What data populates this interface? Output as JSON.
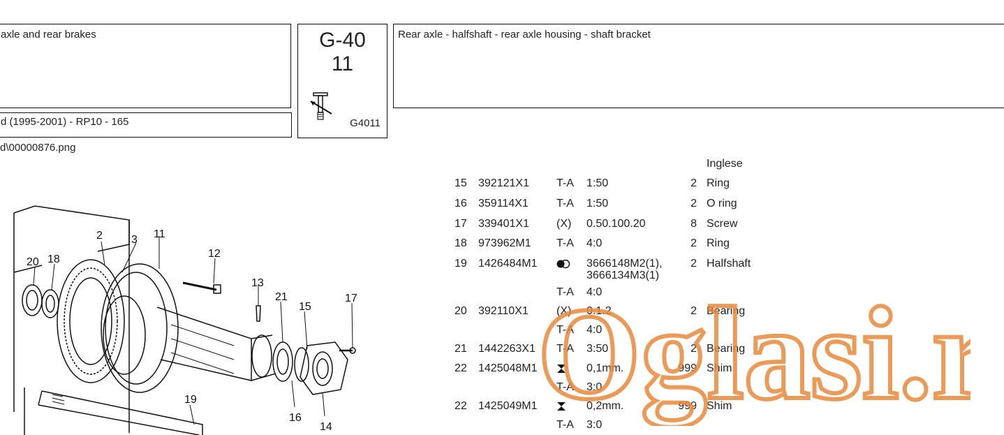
{
  "header": {
    "section_title": "axle and rear brakes",
    "model_line": "d (1995-2001) - RP10 -  165",
    "group_code": "G-40",
    "group_sub": "11",
    "plate_code": "G4011",
    "plate_title": "Rear axle - halfshaft - rear axle housing - shaft bracket",
    "file_path": "d\\00000876.png"
  },
  "language_label": "Inglese",
  "parts_rows": [
    {
      "pos": "15",
      "part": "392121X1",
      "ref": "T-A",
      "ratio": "1:50",
      "qty": "2",
      "desc": "Ring"
    },
    {
      "pos": "16",
      "part": "359114X1",
      "ref": "T-A",
      "ratio": "1:50",
      "qty": "2",
      "desc": "O ring"
    },
    {
      "pos": "17",
      "part": "339401X1",
      "ref": "(X)",
      "ratio": "0.50.100.20",
      "qty": "8",
      "desc": "Screw"
    },
    {
      "pos": "18",
      "part": "973962M1",
      "ref": "T-A",
      "ratio": "4:0",
      "qty": "2",
      "desc": "Ring"
    },
    {
      "pos": "19",
      "part": "1426484M1",
      "ref_icon": "interchange-icon",
      "ratio_line1": "3666148M2(1),",
      "ratio_line2": "3666134M3(1)",
      "qty": "2",
      "desc": "Halfshaft"
    },
    {
      "ref": "T-A",
      "ratio": "4:0"
    },
    {
      "pos": "20",
      "part": "392110X1",
      "ref": "(X)",
      "ratio": "0.1.2",
      "qty": "2",
      "desc": "Bearing"
    },
    {
      "ref": "T-A",
      "ratio": "4:0"
    },
    {
      "pos": "21",
      "part": "1442263X1",
      "ref": "T-A",
      "ratio": "3:50",
      "qty": "2",
      "desc": "Bearing"
    },
    {
      "pos": "22",
      "part": "1425048M1",
      "ref_icon": "hourglass-icon",
      "ratio": "0,1mm.",
      "qty": "999",
      "desc": "Shim"
    },
    {
      "ref": "T-A",
      "ratio": "3:0"
    },
    {
      "pos": "22",
      "part": "1425049M1",
      "ref_icon": "hourglass-icon",
      "ratio": "0,2mm.",
      "qty": "999",
      "desc": "Shim"
    },
    {
      "ref": "T-A",
      "ratio": "3:0"
    }
  ],
  "diagram": {
    "callouts": [
      "2",
      "3",
      "11",
      "12",
      "13",
      "21",
      "15",
      "17",
      "20",
      "18",
      "19",
      "16",
      "14"
    ]
  },
  "watermark": {
    "text": "Oglasi.rs",
    "color": "#e8893a"
  }
}
